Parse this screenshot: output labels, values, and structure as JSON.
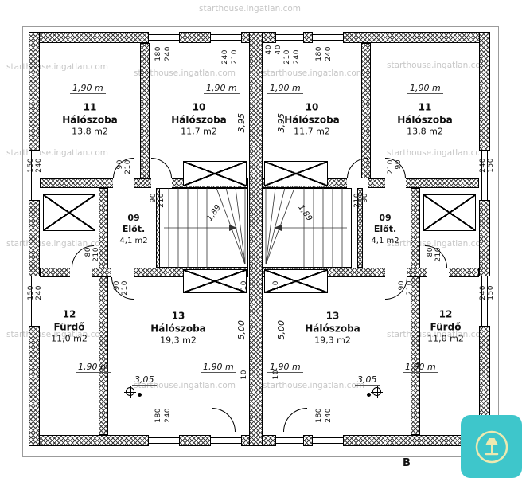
{
  "watermark": "starthouse.ingatlan.com",
  "section_label": "B",
  "logo": {
    "background": "#3EC6CB",
    "icon": "lamp",
    "icon_color": "#EDE9B0"
  },
  "rooms": {
    "l11": {
      "number": "11",
      "name": "Hálószoba",
      "area": "13,8 m2"
    },
    "l10": {
      "number": "10",
      "name": "Hálószoba",
      "area": "11,7 m2"
    },
    "l09": {
      "number": "09",
      "name": "Előt.",
      "area": "4,1 m2"
    },
    "l13": {
      "number": "13",
      "name": "Hálószoba",
      "area": "19,3 m2"
    },
    "l12": {
      "number": "12",
      "name": "Fürdő",
      "area": "11,0 m2"
    },
    "r10": {
      "number": "10",
      "name": "Hálószoba",
      "area": "11,7 m2"
    },
    "r11": {
      "number": "11",
      "name": "Hálószoba",
      "area": "13,8 m2"
    },
    "r09": {
      "number": "09",
      "name": "Előt.",
      "area": "4,1 m2"
    },
    "r13": {
      "number": "13",
      "name": "Hálószoba",
      "area": "19,3 m2"
    },
    "r12": {
      "number": "12",
      "name": "Fürdő",
      "area": "11,0 m2"
    }
  },
  "dims": {
    "w190": "1,90 m",
    "v395": "3,95",
    "v500": "5,00",
    "d305": "3,05",
    "diag189": "1,89",
    "n180": "180",
    "n240": "240",
    "n150": "150",
    "n210": "210",
    "n90": "90",
    "n80": "80",
    "n40": "40",
    "n10": "10"
  }
}
